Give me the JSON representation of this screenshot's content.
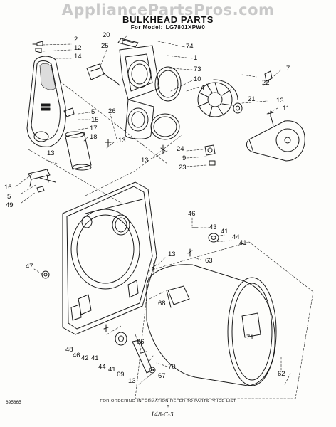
{
  "watermark": "AppliancePartsPros.com",
  "header": {
    "title": "BULKHEAD PARTS",
    "model_prefix": "For Model:",
    "model_number": "LG7801XPW0"
  },
  "callouts": [
    {
      "id": "c2",
      "label": "2"
    },
    {
      "id": "c12",
      "label": "12"
    },
    {
      "id": "c14",
      "label": "14"
    },
    {
      "id": "c20",
      "label": "20"
    },
    {
      "id": "c25",
      "label": "25"
    },
    {
      "id": "c74",
      "label": "74"
    },
    {
      "id": "c1",
      "label": "1"
    },
    {
      "id": "c73",
      "label": "73"
    },
    {
      "id": "c10",
      "label": "10"
    },
    {
      "id": "c4",
      "label": "4"
    },
    {
      "id": "c7",
      "label": "7"
    },
    {
      "id": "c22",
      "label": "22"
    },
    {
      "id": "c21",
      "label": "21"
    },
    {
      "id": "c13a",
      "label": "13"
    },
    {
      "id": "c11",
      "label": "11"
    },
    {
      "id": "c5a",
      "label": "5"
    },
    {
      "id": "c15",
      "label": "15"
    },
    {
      "id": "c17",
      "label": "17"
    },
    {
      "id": "c18",
      "label": "18"
    },
    {
      "id": "c26",
      "label": "26"
    },
    {
      "id": "c13b",
      "label": "13"
    },
    {
      "id": "c13c",
      "label": "13"
    },
    {
      "id": "c13d",
      "label": "13"
    },
    {
      "id": "c24",
      "label": "24"
    },
    {
      "id": "c9",
      "label": "9"
    },
    {
      "id": "c23",
      "label": "23"
    },
    {
      "id": "c16",
      "label": "16"
    },
    {
      "id": "c5b",
      "label": "5"
    },
    {
      "id": "c49",
      "label": "49"
    },
    {
      "id": "c46a",
      "label": "46"
    },
    {
      "id": "c43",
      "label": "43"
    },
    {
      "id": "c41a",
      "label": "41"
    },
    {
      "id": "c44a",
      "label": "44"
    },
    {
      "id": "c41b",
      "label": "41"
    },
    {
      "id": "c13e",
      "label": "13"
    },
    {
      "id": "c63",
      "label": "63"
    },
    {
      "id": "c47",
      "label": "47"
    },
    {
      "id": "c68",
      "label": "68"
    },
    {
      "id": "c71",
      "label": "71"
    },
    {
      "id": "c48",
      "label": "48"
    },
    {
      "id": "c46b",
      "label": "46"
    },
    {
      "id": "c42",
      "label": "42"
    },
    {
      "id": "c41c",
      "label": "41"
    },
    {
      "id": "c44b",
      "label": "44"
    },
    {
      "id": "c41d",
      "label": "41"
    },
    {
      "id": "c69",
      "label": "69"
    },
    {
      "id": "c66",
      "label": "66"
    },
    {
      "id": "c70",
      "label": "70"
    },
    {
      "id": "c67",
      "label": "67"
    },
    {
      "id": "c13f",
      "label": "13"
    },
    {
      "id": "c62",
      "label": "62"
    }
  ],
  "footer": {
    "code": "695865",
    "note": "FOR ORDERING INFORMATION REFER TO PARTS PRICE LIST",
    "page_number": "6",
    "handwritten": "148-C-3"
  }
}
